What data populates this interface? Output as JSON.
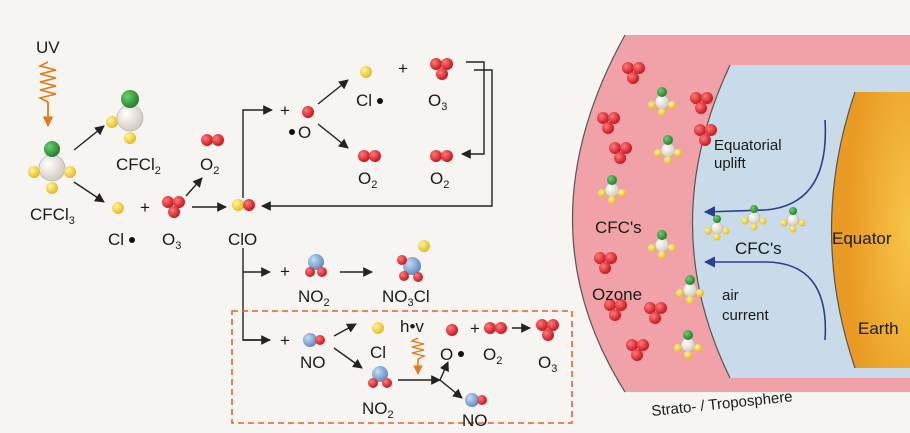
{
  "colors": {
    "chlorine": "#f3d34a",
    "oxygen": "#d9232a",
    "carbon": "#e9e4dc",
    "fluorine": "#f0d340",
    "nitrogen": "#7fa6d8",
    "carbon_green": "#2f9a3a",
    "stratosphere": "#f1a2a8",
    "troposphere": "#c9dbe8",
    "earth": "#f2b233",
    "uv": "#e07a1a",
    "dashed_box": "#e2632a"
  },
  "left": {
    "uv": "UV",
    "cfcl3": "CFCl",
    "cfcl3_sub": "3",
    "cfcl2": "CFCl",
    "cfcl2_sub": "2",
    "cl_row": "Cl",
    "plus": "+",
    "o3": "O",
    "o3_sub": "3",
    "o2": "O",
    "o2_sub": "2",
    "clo": "ClO",
    "top_o": "O",
    "top_cl": "Cl",
    "top_o3": "O",
    "top_o3_sub": "3",
    "top_o2a": "O",
    "top_o2a_sub": "2",
    "top_o2b": "O",
    "top_o2b_sub": "2",
    "no2_label": "NO",
    "no2_sub": "2",
    "no3cl": "NO",
    "no3cl_sub": "3",
    "no3cl_tail": "Cl",
    "no": "NO",
    "box_cl": "Cl",
    "hv": "h•v",
    "box_o": "O",
    "box_o2": "O",
    "box_o2_sub": "2",
    "box_o3": "O",
    "box_o3_sub": "3",
    "box_no2": "NO",
    "box_no2_sub": "2",
    "box_no_out": "NO"
  },
  "right": {
    "equatorial": "Equatorial",
    "uplift": "uplift",
    "cfcs_left": "CFC's",
    "cfcs_mid": "CFC's",
    "equator": "Equator",
    "ozone": "Ozone",
    "air": "air",
    "current": "current",
    "earth": "Earth",
    "strato": "Strato- / Troposphere"
  }
}
